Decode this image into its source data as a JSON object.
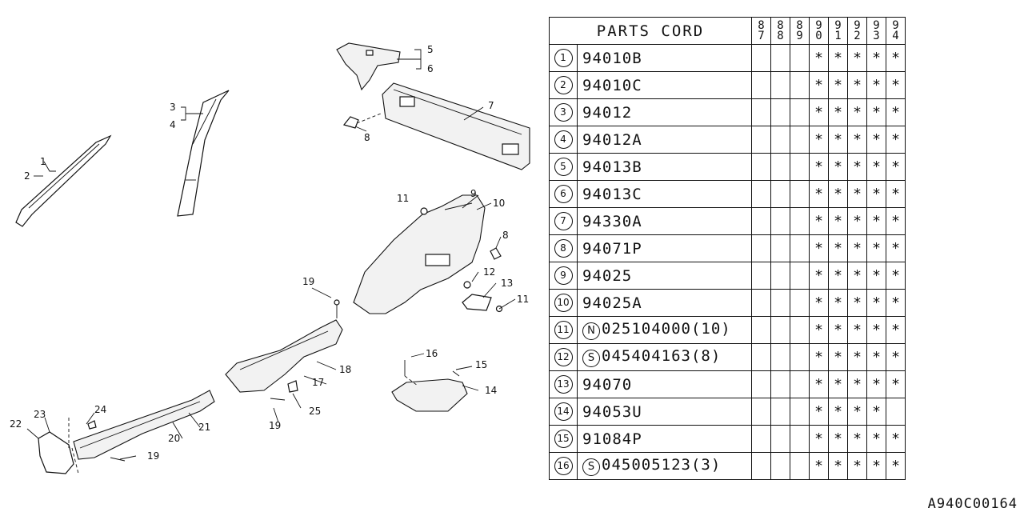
{
  "table": {
    "header_title": "PARTS CORD",
    "year_columns": [
      {
        "top": "8",
        "bottom": "7"
      },
      {
        "top": "8",
        "bottom": "8"
      },
      {
        "top": "8",
        "bottom": "9"
      },
      {
        "top": "9",
        "bottom": "0"
      },
      {
        "top": "9",
        "bottom": "1"
      },
      {
        "top": "9",
        "bottom": "2"
      },
      {
        "top": "9",
        "bottom": "3"
      },
      {
        "top": "9",
        "bottom": "4"
      }
    ],
    "rows": [
      {
        "num": "1",
        "prefix": "",
        "code": "94010B",
        "marks": [
          "",
          "",
          "",
          "*",
          "*",
          "*",
          "*",
          "*"
        ]
      },
      {
        "num": "2",
        "prefix": "",
        "code": "94010C",
        "marks": [
          "",
          "",
          "",
          "*",
          "*",
          "*",
          "*",
          "*"
        ]
      },
      {
        "num": "3",
        "prefix": "",
        "code": "94012",
        "marks": [
          "",
          "",
          "",
          "*",
          "*",
          "*",
          "*",
          "*"
        ]
      },
      {
        "num": "4",
        "prefix": "",
        "code": "94012A",
        "marks": [
          "",
          "",
          "",
          "*",
          "*",
          "*",
          "*",
          "*"
        ]
      },
      {
        "num": "5",
        "prefix": "",
        "code": "94013B",
        "marks": [
          "",
          "",
          "",
          "*",
          "*",
          "*",
          "*",
          "*"
        ]
      },
      {
        "num": "6",
        "prefix": "",
        "code": "94013C",
        "marks": [
          "",
          "",
          "",
          "*",
          "*",
          "*",
          "*",
          "*"
        ]
      },
      {
        "num": "7",
        "prefix": "",
        "code": "94330A",
        "marks": [
          "",
          "",
          "",
          "*",
          "*",
          "*",
          "*",
          "*"
        ]
      },
      {
        "num": "8",
        "prefix": "",
        "code": "94071P",
        "marks": [
          "",
          "",
          "",
          "*",
          "*",
          "*",
          "*",
          "*"
        ]
      },
      {
        "num": "9",
        "prefix": "",
        "code": "94025",
        "marks": [
          "",
          "",
          "",
          "*",
          "*",
          "*",
          "*",
          "*"
        ]
      },
      {
        "num": "10",
        "prefix": "",
        "code": "94025A",
        "marks": [
          "",
          "",
          "",
          "*",
          "*",
          "*",
          "*",
          "*"
        ]
      },
      {
        "num": "11",
        "prefix": "N",
        "code": "025104000(10)",
        "marks": [
          "",
          "",
          "",
          "*",
          "*",
          "*",
          "*",
          "*"
        ]
      },
      {
        "num": "12",
        "prefix": "S",
        "code": "045404163(8)",
        "marks": [
          "",
          "",
          "",
          "*",
          "*",
          "*",
          "*",
          "*"
        ]
      },
      {
        "num": "13",
        "prefix": "",
        "code": "94070",
        "marks": [
          "",
          "",
          "",
          "*",
          "*",
          "*",
          "*",
          "*"
        ]
      },
      {
        "num": "14",
        "prefix": "",
        "code": "94053U",
        "marks": [
          "",
          "",
          "",
          "*",
          "*",
          "*",
          "*",
          ""
        ]
      },
      {
        "num": "15",
        "prefix": "",
        "code": "91084P",
        "marks": [
          "",
          "",
          "",
          "*",
          "*",
          "*",
          "*",
          "*"
        ]
      },
      {
        "num": "16",
        "prefix": "S",
        "code": "045005123(3)",
        "marks": [
          "",
          "",
          "",
          "*",
          "*",
          "*",
          "*",
          "*"
        ]
      }
    ]
  },
  "callouts": {
    "c1": "1",
    "c2": "2",
    "c3": "3",
    "c4": "4",
    "c5": "5",
    "c6": "6",
    "c7": "7",
    "c8a": "8",
    "c8b": "8",
    "c9": "9",
    "c10": "10",
    "c11a": "11",
    "c11b": "11",
    "c12": "12",
    "c13": "13",
    "c14": "14",
    "c15": "15",
    "c16": "16",
    "c17": "17",
    "c18": "18",
    "c19a": "19",
    "c19b": "19",
    "c19c": "19",
    "c20": "20",
    "c21": "21",
    "c22": "22",
    "c23": "23",
    "c24": "24",
    "c25": "25"
  },
  "reference_code": "A940C00164"
}
